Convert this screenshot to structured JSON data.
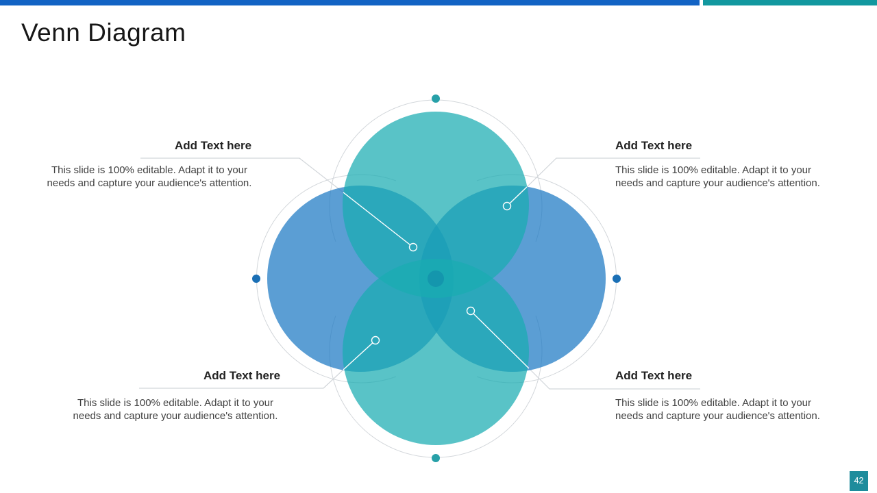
{
  "slide": {
    "title": "Venn Diagram",
    "page_number": "42"
  },
  "accent_bar": {
    "blue": "#1263C4",
    "teal": "#12989F"
  },
  "page_badge": {
    "background": "#1E8C9C"
  },
  "venn": {
    "teal_circle_fill": "#19ACB2",
    "blue_circle_fill": "#1C78C4",
    "teal_dot_color": "#27A0A8",
    "blue_dot_color": "#1A6FB5",
    "center_spot_color": "#0E7FA6",
    "ring_color": "#d2d6da",
    "leader_line_color": "#ffffff"
  },
  "callouts": [
    {
      "position": "top-left",
      "heading": "Add Text here",
      "line1": "This slide is 100% editable. Adapt it to your",
      "line2": "needs and capture your audience's attention."
    },
    {
      "position": "top-right",
      "heading": "Add Text here",
      "line1": "This slide is 100% editable. Adapt it to your",
      "line2": "needs and capture your audience's attention."
    },
    {
      "position": "bottom-left",
      "heading": "Add Text here",
      "line1": "This slide is 100% editable. Adapt it to your",
      "line2": "needs and capture your audience's attention."
    },
    {
      "position": "bottom-right",
      "heading": "Add Text here",
      "line1": "This slide is 100% editable. Adapt it to your",
      "line2": "needs and capture your audience's attention."
    }
  ]
}
